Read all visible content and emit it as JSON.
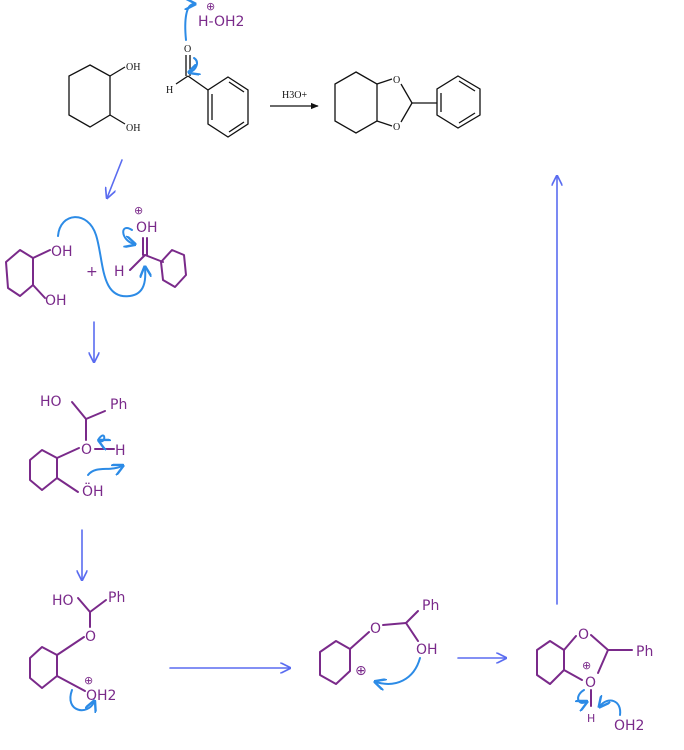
{
  "reaction": {
    "reagent": "H3O+",
    "reactant_labels": {
      "oh_top": "OH",
      "oh_bottom": "OH",
      "aldehyde_o": "O",
      "aldehyde_h": "H"
    },
    "product_labels": {
      "o_top": "O",
      "o_bottom": "O"
    },
    "hydronium": "H-OH2",
    "charge": "⊕"
  },
  "steps": [
    {
      "labels": [
        "OH",
        "OH",
        "+",
        "H",
        "OH",
        "⊕"
      ]
    },
    {
      "labels": [
        "HO",
        "Ph",
        "O",
        "H",
        "ÖH"
      ]
    },
    {
      "labels": [
        "HO",
        "Ph",
        "O",
        "OH2",
        "⊕"
      ]
    },
    {
      "labels": [
        "O",
        "Ph",
        "OH",
        "⊕"
      ]
    },
    {
      "labels": [
        "O",
        "O",
        "Ph",
        "⊕",
        "H",
        "OH2"
      ]
    }
  ],
  "colors": {
    "structure": "#111111",
    "handwritten": "#7a2a8a",
    "electron_arrow": "#2c8be6",
    "step_arrow": "#5a6cf0"
  }
}
